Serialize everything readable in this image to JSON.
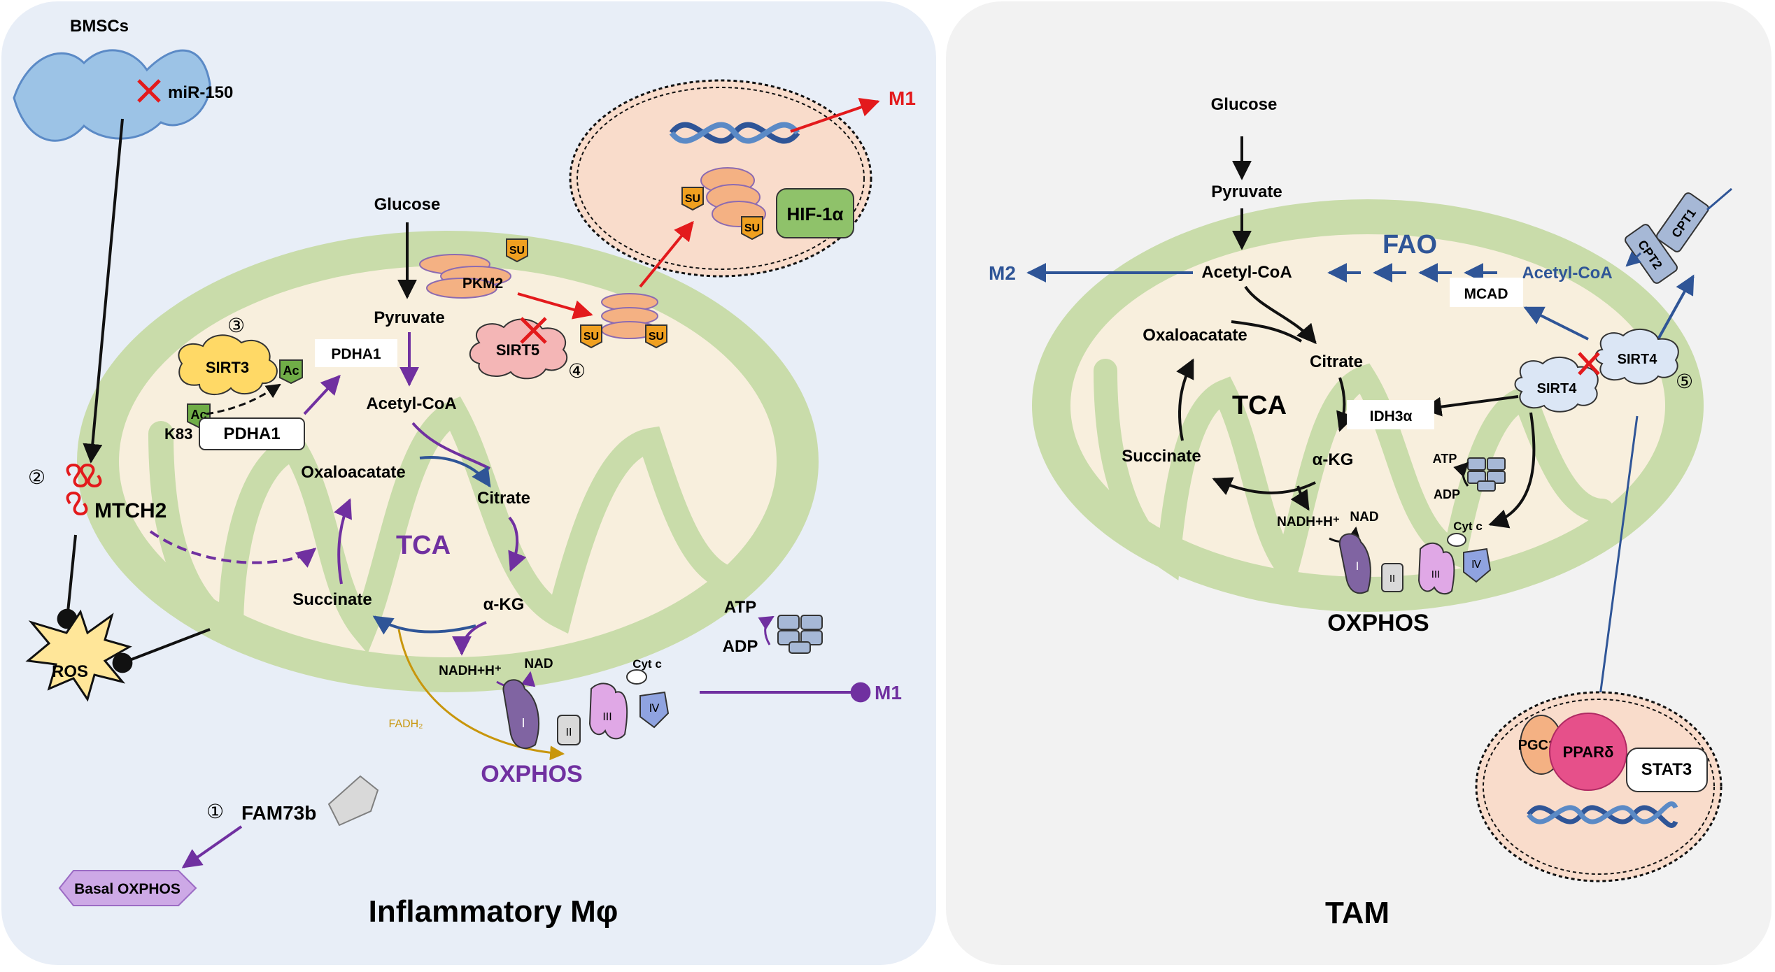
{
  "colors": {
    "panel_left": "#e8eef7",
    "panel_right": "#f2f2f2",
    "mito_outer": "#c9dcaa",
    "mito_inner": "#f8efdd",
    "nucleus": "#f9dccb",
    "purple": "#7030a0",
    "blue": "#2f5597",
    "red": "#e31a1c",
    "gold": "#c8960c",
    "green_box": "#8fc26a",
    "pink": "#e6508a",
    "orange": "#f4b183",
    "yellow": "#ffd966",
    "black": "#111111"
  },
  "left_panel": {
    "title": "Inflammatory Mφ",
    "bmsc": {
      "label": "BMSCs",
      "mirna": "miR-150"
    },
    "mtch2": {
      "num": "②",
      "label": "MTCH2"
    },
    "ros": "ROS",
    "sirt3": {
      "num": "③",
      "label": "SIRT3",
      "ac1": "Ac",
      "ac2": "Ac",
      "k83": "K83",
      "pdha1_box": "PDHA1"
    },
    "glucose": "Glucose",
    "pyruvate": "Pyruvate",
    "pdha1_label": "PDHA1",
    "acetyl_coa": "Acetyl-CoA",
    "pkm2": {
      "label": "PKM2",
      "su": "SU"
    },
    "sirt5": {
      "label": "SIRT5",
      "num": "④"
    },
    "su_labels": [
      "SU",
      "SU",
      "SU",
      "SU"
    ],
    "hif": "HIF-1α",
    "m1_top": "M1",
    "oxaloacatate": "Oxaloacatate",
    "citrate": "Citrate",
    "tca": "TCA",
    "succinate": "Succinate",
    "akg": "α-KG",
    "nadh": "NADH+H⁺",
    "nad": "NAD",
    "fadh": "FADH₂",
    "cytc": "Cyt c",
    "complexes": [
      "I",
      "II",
      "III",
      "Ⅳ"
    ],
    "oxphos": "OXPHOS",
    "atp": "ATP",
    "adp": "ADP",
    "m1_right": "M1",
    "fam73b": {
      "num": "①",
      "label": "FAM73b"
    },
    "basal": "Basal OXPHOS"
  },
  "right_panel": {
    "title": "TAM",
    "glucose": "Glucose",
    "pyruvate": "Pyruvate",
    "acetyl_coa": "Acetyl-CoA",
    "fao": "FAO",
    "acetyl_coa2": "Acetyl-CoA",
    "m2": "M2",
    "cpt1": "CPT1",
    "cpt2": "CPT2",
    "mcad": "MCAD",
    "sirt4_a": "SIRT4",
    "sirt4_b": "SIRT4",
    "num5": "⑤",
    "oxaloacatate": "Oxaloacatate",
    "citrate": "Citrate",
    "tca": "TCA",
    "idh3a": "IDH3α",
    "succinate": "Succinate",
    "akg": "α-KG",
    "nadh": "NADH+H⁺",
    "nad": "NAD",
    "atp": "ATP",
    "adp": "ADP",
    "cytc": "Cyt c",
    "complexes": [
      "I",
      "II",
      "III",
      "Ⅳ"
    ],
    "oxphos": "OXPHOS",
    "pgc1a": "PGC1α",
    "ppard": "PPARδ",
    "stat3": "STAT3"
  }
}
